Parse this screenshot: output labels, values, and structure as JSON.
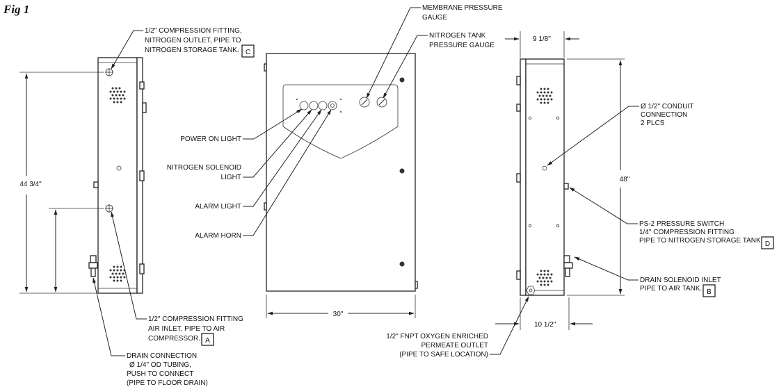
{
  "figure": {
    "title": "Fig 1"
  },
  "labels": {
    "fitting_c": [
      "1/2\" COMPRESSION FITTING,",
      "NITROGEN OUTLET, PIPE TO",
      "NITROGEN STORAGE TANK."
    ],
    "fitting_a": [
      "1/2\" COMPRESSION FITTING",
      "AIR INLET, PIPE TO AIR",
      "COMPRESSOR."
    ],
    "drain": [
      "DRAIN CONNECTION",
      "Ø 1/4\" OD TUBING,",
      "PUSH TO CONNECT",
      "(PIPE TO FLOOR DRAIN)"
    ],
    "power_light": "POWER ON LIGHT",
    "solenoid_light": [
      "NITROGEN SOLENOID",
      "LIGHT"
    ],
    "alarm_light": "ALARM LIGHT",
    "alarm_horn": "ALARM HORN",
    "membrane_gauge": [
      "MEMBRANE PRESSURE",
      "GAUGE"
    ],
    "tank_gauge": [
      "NITROGEN TANK",
      "PRESSURE GAUGE"
    ],
    "conduit": [
      "Ø 1/2\" CONDUIT",
      "CONNECTION",
      "2 PLCS"
    ],
    "ps2": [
      "PS-2 PRESSURE SWITCH",
      "1/4\" COMPRESSION FITTING",
      "PIPE TO NITROGEN STORAGE TANK."
    ],
    "drain_solenoid": [
      "DRAIN SOLENOID INLET",
      "PIPE TO AIR TANK."
    ],
    "fnpt": [
      "1/2\" FNPT OXYGEN ENRICHED",
      "PERMEATE OUTLET",
      "(PIPE TO SAFE LOCATION)"
    ]
  },
  "callouts": {
    "a": "A",
    "b": "B",
    "c": "C",
    "d": "D"
  },
  "dimensions": {
    "height_left": "44 3/4\"",
    "height_right": "48\"",
    "width_front": "30\"",
    "depth_top": "9 1/8\"",
    "depth_bottom": "10 1/2\""
  }
}
